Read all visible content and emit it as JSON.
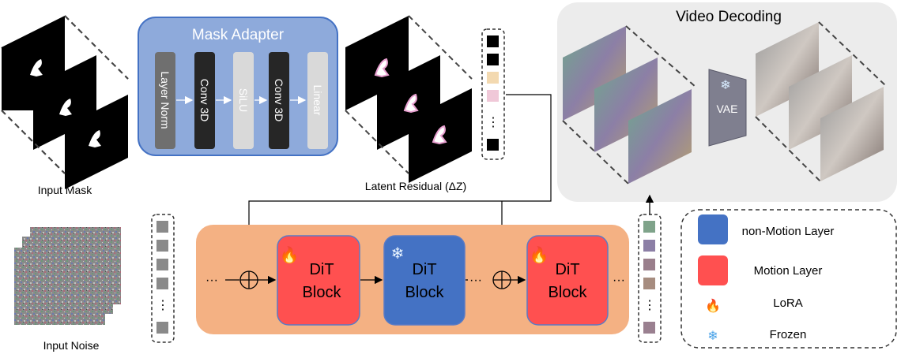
{
  "labels": {
    "input_mask": "Input Mask",
    "input_noise": "Input Noise",
    "latent_residual": "Latent Residual (ΔZ)",
    "video_decoding": "Video Decoding",
    "mask_adapter": "Mask Adapter",
    "vae": "VAE"
  },
  "adapter_layers": [
    "Layer Norm",
    "Conv 3D",
    "SiLU",
    "Conv 3D",
    "Linear"
  ],
  "dit_blocks": [
    {
      "line1": "DiT",
      "line2": "Block",
      "type": "motion",
      "icon": "fire-icon"
    },
    {
      "line1": "DiT",
      "line2": "Block",
      "type": "non-motion",
      "icon": "snowflake-icon"
    },
    {
      "line1": "DiT",
      "line2": "Block",
      "type": "motion",
      "icon": "fire-icon"
    }
  ],
  "ellipsis": "···",
  "vertical_ellipsis": "⋮",
  "legend": {
    "non_motion": "non-Motion Layer",
    "motion": "Motion Layer",
    "lora": "LoRA",
    "frozen": "Frozen"
  },
  "colors": {
    "adapter_bg": "#8eaadb",
    "adapter_border": "#4472c4",
    "pipeline_bg": "#f4b183",
    "motion": "#ff5050",
    "non_motion": "#4472c4",
    "decoding_bg": "#ececec",
    "vae": "#7f7f8f"
  }
}
